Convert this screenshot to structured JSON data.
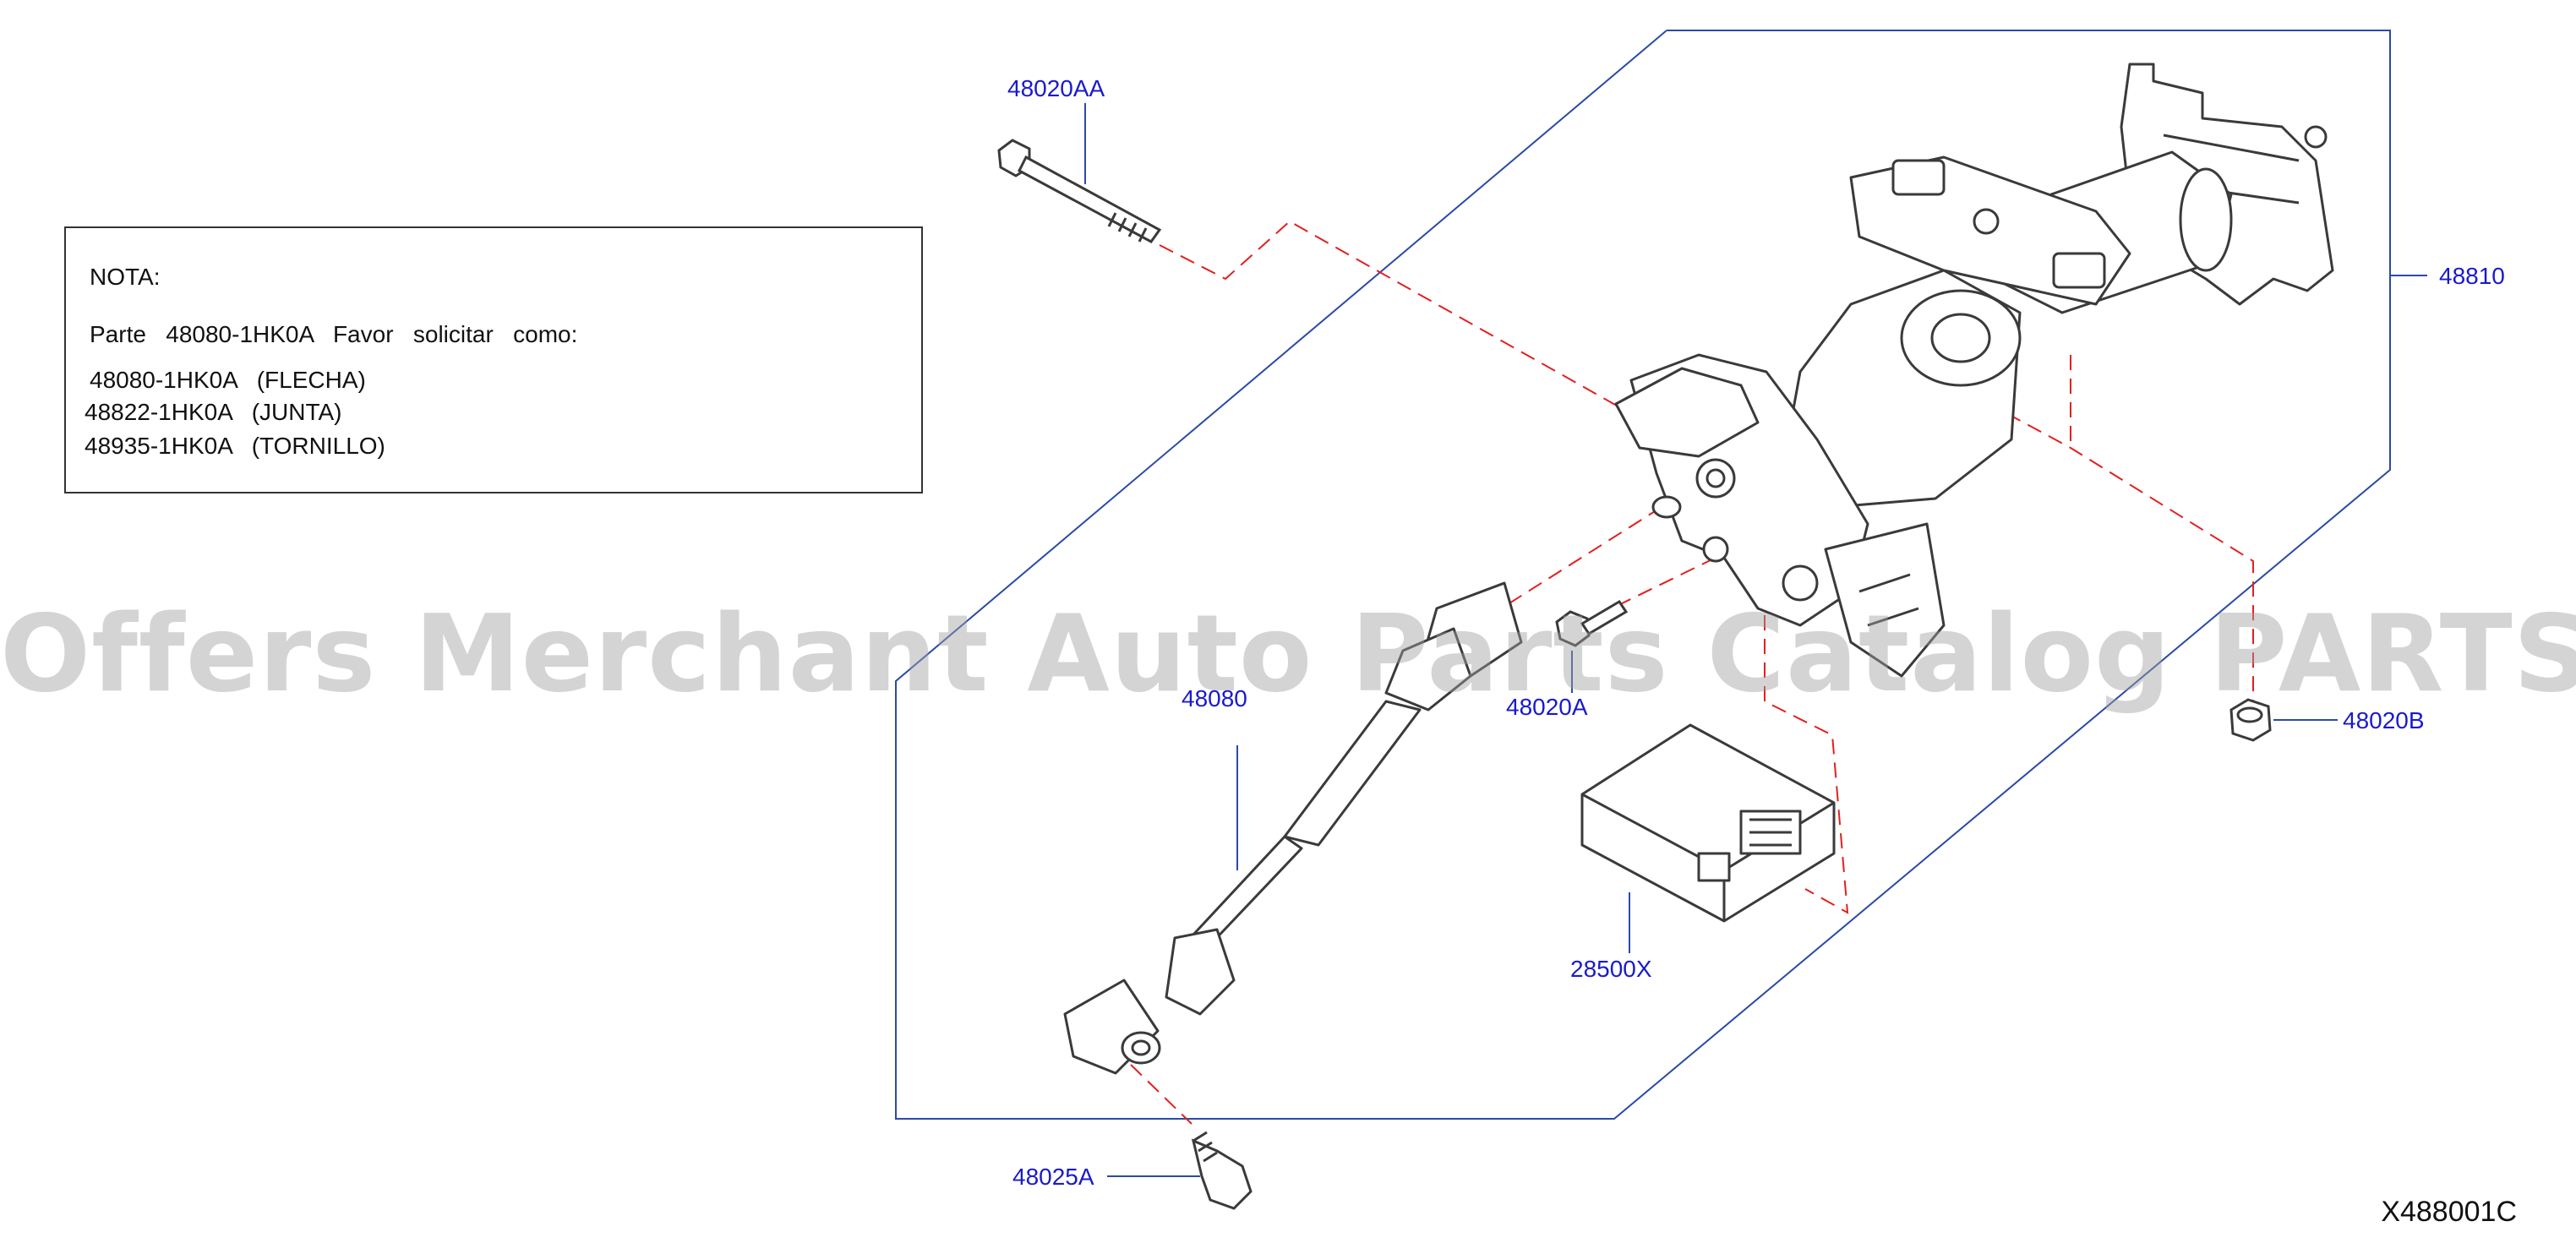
{
  "note": {
    "title": "NOTA:",
    "line1": "Parte   48080-1HK0A   Favor   solicitar   como:",
    "items": [
      "48080-1HK0A   (FLECHA)",
      "48822-1HK0A   (JUNTA)",
      "48935-1HK0A   (TORNILLO)"
    ]
  },
  "labels": {
    "p48020AA": "48020AA",
    "p48810": "48810",
    "p48080": "48080",
    "p48020A": "48020A",
    "p48020B": "48020B",
    "p28500X": "28500X",
    "p48025A": "48025A"
  },
  "watermark": "Offers Merchant Auto Parts Catalog PARTSTORE.SA",
  "diagram_code": "X488001C",
  "colors": {
    "label": "#1a1acc",
    "leader": "#2b4aa8",
    "dashed": "#e02020",
    "outline": "#3a3a3a"
  }
}
